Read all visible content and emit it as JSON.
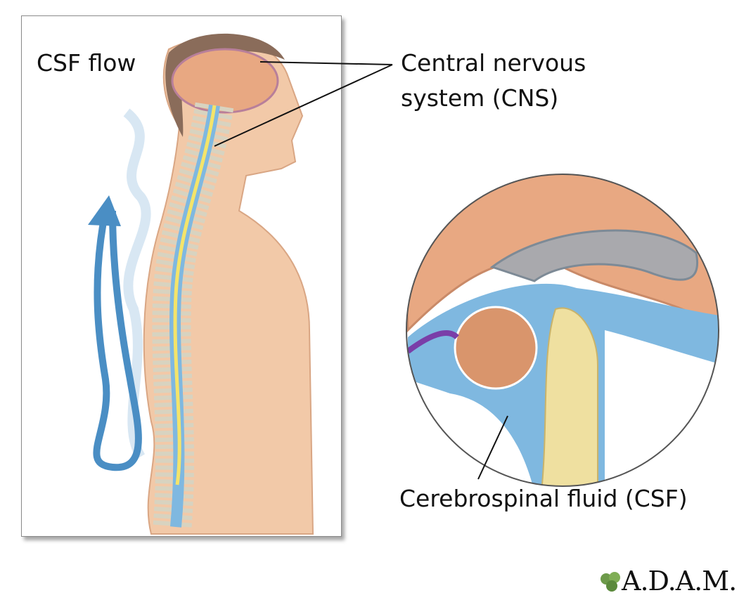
{
  "labels": {
    "csf_flow": "CSF flow",
    "cns_line1": "Central nervous",
    "cns_line2": "system (CNS)",
    "csf": "Cerebrospinal fluid (CSF)"
  },
  "logo": {
    "text": "A.D.A.M."
  },
  "colors": {
    "skin": "#f2c9a8",
    "csf_blue": "#7fb8e0",
    "arrow_blue": "#4a8ec4",
    "spinal_cord": "#f4e46a",
    "brain": "#e8a882"
  }
}
